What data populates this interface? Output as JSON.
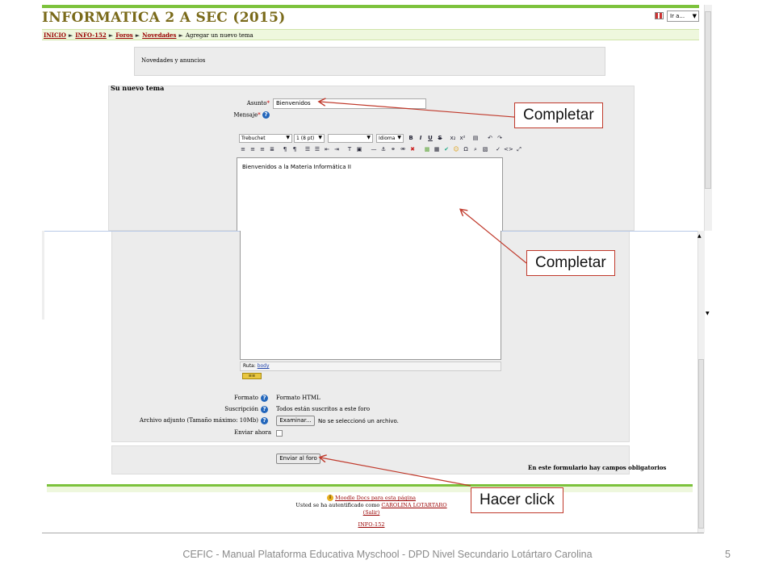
{
  "site": {
    "title": "INFORMATICA 2 A SEC (2015)",
    "lang_select": "Ir a..."
  },
  "breadcrumb": {
    "items": [
      "INICIO",
      "INFO-152",
      "Foros",
      "Novedades"
    ],
    "current": "Agregar un nuevo tema",
    "separator": "►"
  },
  "forum": {
    "intro": "Novedades y anuncios"
  },
  "form": {
    "legend": "Su nuevo tema",
    "asunto_label": "Asunto",
    "asunto_value": "Bienvenidos",
    "mensaje_label": "Mensaje",
    "required_mark": "*",
    "editor_text": "Bienvenidos a la Materia Informática II",
    "toolbar": {
      "font": "Trebuchet",
      "size": "1 (8 pt)",
      "style": "",
      "lang": "Idioma",
      "bold": "B",
      "italic": "I",
      "underline": "U",
      "strike": "S"
    },
    "ruta_label": "Ruta:",
    "ruta_value": "body",
    "formato_label": "Formato",
    "formato_value": "Formato HTML",
    "suscripcion_label": "Suscripción",
    "suscripcion_value": "Todos están suscritos a este foro",
    "adjunto_label": "Archivo adjunto (Tamaño máximo: 10Mb)",
    "examinar_button": "Examinar...",
    "no_file": "No se seleccionó un archivo.",
    "enviar_ahora_label": "Enviar ahora",
    "submit_button": "Enviar al foro",
    "required_note": "En este formulario hay campos obligatorios"
  },
  "footer": {
    "moodle_docs": "Moodle Docs para esta página",
    "logged_as": "Usted se ha autentificado como",
    "user": "CAROLINA LOTARTARO",
    "logout": "(Salir)",
    "course": "INFO-152"
  },
  "callouts": {
    "first": "Completar",
    "second": "Completar",
    "third": "Hacer click"
  },
  "slide": {
    "footer": "CEFIC - Manual Plataforma Educativa Myschool - DPD Nivel Secundario Lotártaro Carolina",
    "page_number": "5"
  },
  "colors": {
    "accent_green": "#7cc23c",
    "link_red": "#990000",
    "callout_border": "#c0392b",
    "title_color": "#7a6a1a"
  }
}
